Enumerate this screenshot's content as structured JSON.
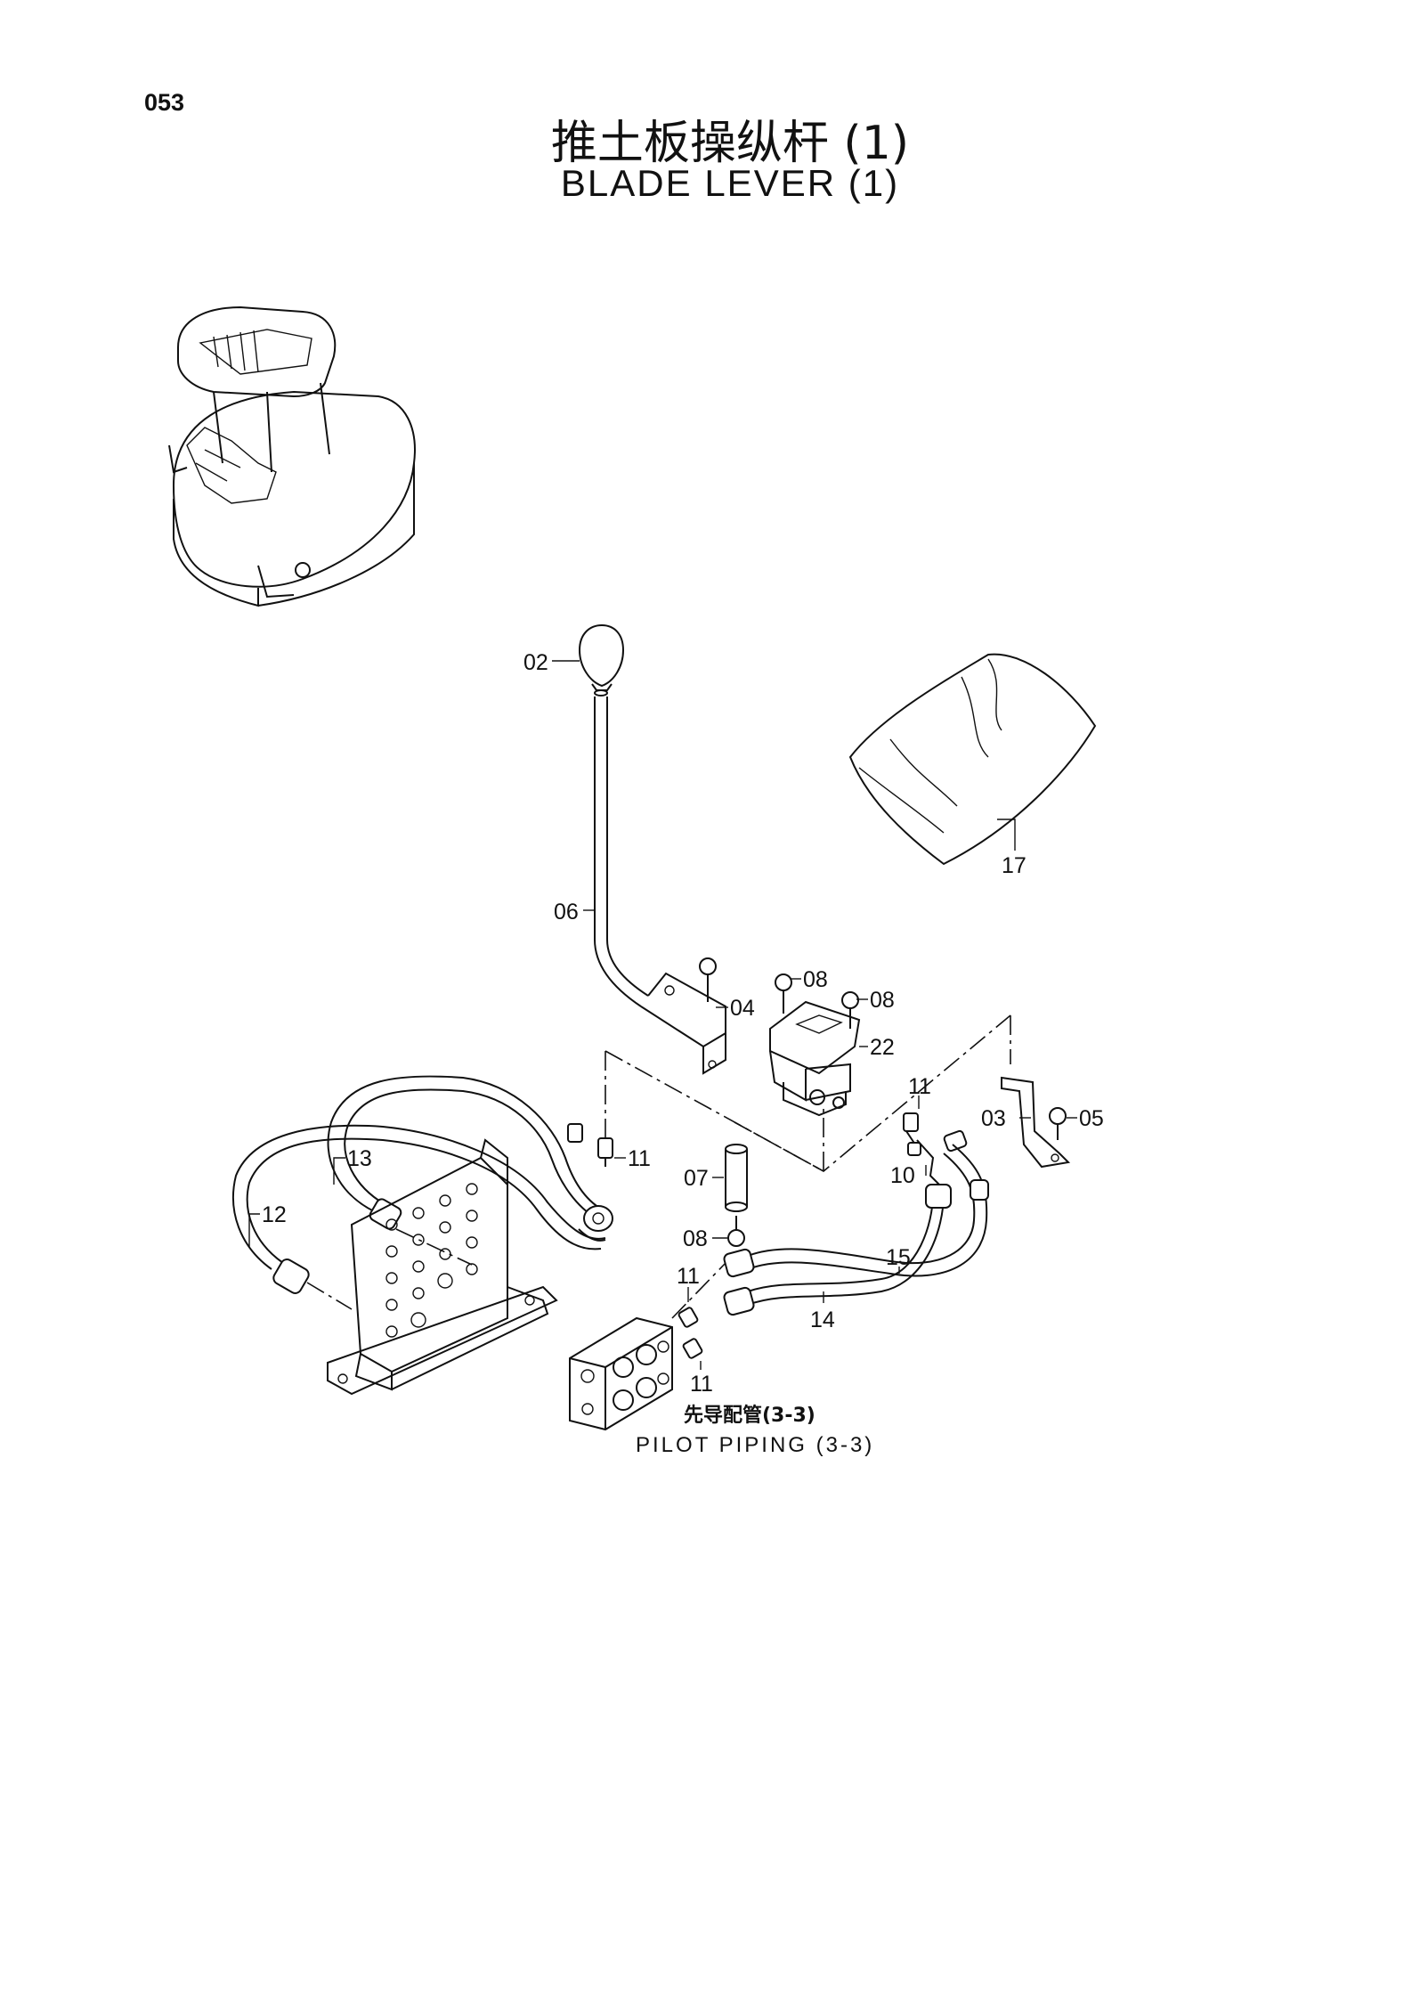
{
  "page": {
    "number": "053"
  },
  "title": {
    "chinese": "推土板操纵杆 (1)",
    "english": "BLADE  LEVER  (1)"
  },
  "callouts": [
    {
      "id": "02"
    },
    {
      "id": "06"
    },
    {
      "id": "17"
    },
    {
      "id": "08"
    },
    {
      "id": "08"
    },
    {
      "id": "04"
    },
    {
      "id": "22"
    },
    {
      "id": "11"
    },
    {
      "id": "03"
    },
    {
      "id": "05"
    },
    {
      "id": "13"
    },
    {
      "id": "11"
    },
    {
      "id": "07"
    },
    {
      "id": "10"
    },
    {
      "id": "12"
    },
    {
      "id": "08"
    },
    {
      "id": "15"
    },
    {
      "id": "11"
    },
    {
      "id": "14"
    },
    {
      "id": "11"
    }
  ],
  "reference": {
    "chinese": "先导配管(3-3)",
    "english": "PILOT  PIPING (3-3)"
  }
}
